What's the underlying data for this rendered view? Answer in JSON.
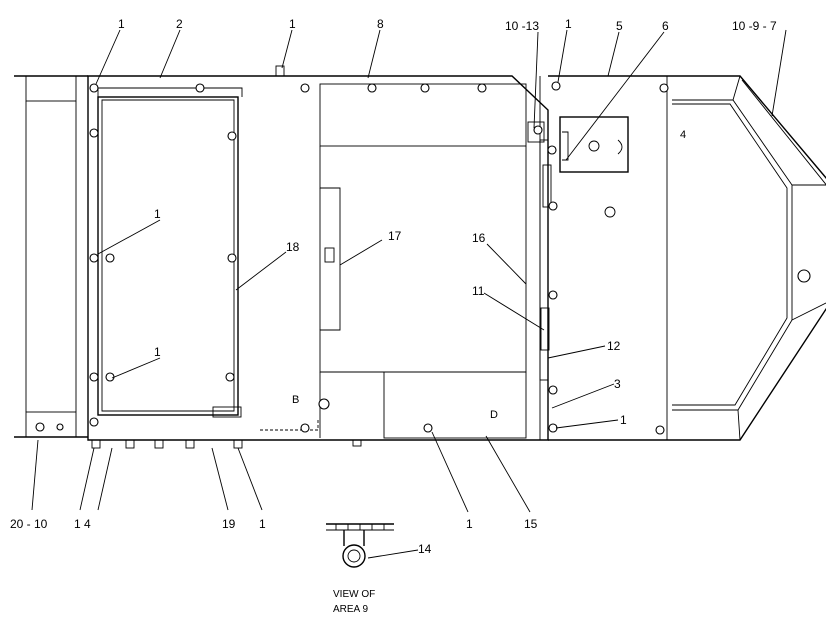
{
  "callouts": {
    "c1_top_left": "1",
    "c2": "2",
    "c1_top": "1",
    "c8": "8",
    "c10_13": "10 -13",
    "c1_top_right": "1",
    "c5": "5",
    "c6": "6",
    "c10_9_7": "10 -9  - 7",
    "c1_left_mid": "1",
    "c18": "18",
    "c17": "17",
    "c16": "16",
    "c11": "11",
    "c1_left_low": "1",
    "c12": "12",
    "c3": "3",
    "c1_right_low": "1",
    "c20_10": "20 - 10",
    "c1_4": "1  4",
    "c19": "19",
    "c1_bottom": "1",
    "c1_bottom_mid": "1",
    "c15": "15",
    "c14": "14"
  },
  "panel_marks": {
    "b": "B",
    "d": "D",
    "a": "4"
  },
  "view_caption": {
    "line1": "VIEW OF",
    "line2": "AREA 9"
  }
}
